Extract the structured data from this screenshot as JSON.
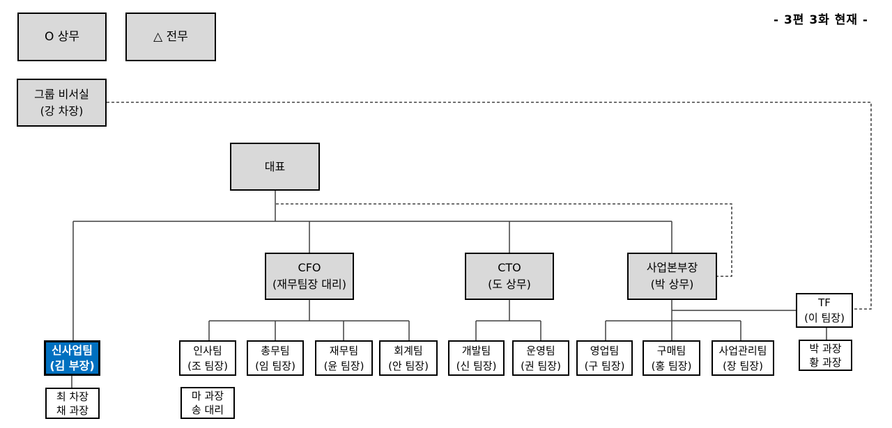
{
  "header": {
    "caption": "- 3편 3화 현재 -"
  },
  "legend": {
    "items": [
      {
        "label": "O 상무"
      },
      {
        "label": "△ 전무"
      }
    ]
  },
  "colors": {
    "highlight_fill": "#0070C0",
    "highlight_text": "#ffffff",
    "leader_box_fill": "#D9D9D9",
    "box_border": "#000000",
    "line": "#3f3f3f"
  },
  "chart": {
    "type": "org-chart",
    "nodes": {
      "group_secretary": {
        "line1": "그룹 비서실",
        "line2": "(강 차장)"
      },
      "ceo": {
        "line1": "대표"
      },
      "cfo": {
        "line1": "CFO",
        "line2": "(재무팀장 대리)"
      },
      "cto": {
        "line1": "CTO",
        "line2": "(도 상무)"
      },
      "biz_head": {
        "line1": "사업본부장",
        "line2": "(박 상무)"
      },
      "new_biz": {
        "line1": "신사업팀",
        "line2": "(김 부장)"
      },
      "new_biz_members": {
        "line1": "최 차장",
        "line2": "채 과장"
      },
      "hr": {
        "line1": "인사팀",
        "line2": "(조 팀장)"
      },
      "hr_members": {
        "line1": "마 과장",
        "line2": "송 대리"
      },
      "general_affairs": {
        "line1": "총무팀",
        "line2": "(임 팀장)"
      },
      "finance": {
        "line1": "재무팀",
        "line2": "(윤 팀장)"
      },
      "accounting": {
        "line1": "회계팀",
        "line2": "(안 팀장)"
      },
      "dev": {
        "line1": "개발팀",
        "line2": "(신 팀장)"
      },
      "ops": {
        "line1": "운영팀",
        "line2": "(권 팀장)"
      },
      "sales": {
        "line1": "영업팀",
        "line2": "(구 팀장)"
      },
      "purchasing": {
        "line1": "구매팀",
        "line2": "(홍 팀장)"
      },
      "biz_mgmt": {
        "line1": "사업관리팀",
        "line2": "(장 팀장)"
      },
      "tf": {
        "line1": "TF",
        "line2": "(이 팀장)"
      },
      "tf_members": {
        "line1": "박 과장",
        "line2": "황 과장"
      }
    },
    "edges": [
      {
        "from": "ceo",
        "to": "new_biz",
        "style": "solid"
      },
      {
        "from": "ceo",
        "to": "cfo",
        "style": "solid"
      },
      {
        "from": "ceo",
        "to": "cto",
        "style": "solid"
      },
      {
        "from": "ceo",
        "to": "biz_head",
        "style": "solid"
      },
      {
        "from": "cfo",
        "to": "hr",
        "style": "solid"
      },
      {
        "from": "cfo",
        "to": "general_affairs",
        "style": "solid"
      },
      {
        "from": "cfo",
        "to": "finance",
        "style": "solid"
      },
      {
        "from": "cfo",
        "to": "accounting",
        "style": "solid"
      },
      {
        "from": "cto",
        "to": "dev",
        "style": "solid"
      },
      {
        "from": "cto",
        "to": "ops",
        "style": "solid"
      },
      {
        "from": "biz_head",
        "to": "sales",
        "style": "solid"
      },
      {
        "from": "biz_head",
        "to": "purchasing",
        "style": "solid"
      },
      {
        "from": "biz_head",
        "to": "biz_mgmt",
        "style": "solid"
      },
      {
        "from": "biz_head",
        "to": "tf",
        "style": "solid"
      },
      {
        "from": "new_biz",
        "to": "new_biz_members",
        "style": "solid"
      },
      {
        "from": "tf",
        "to": "tf_members",
        "style": "solid"
      },
      {
        "from": "hr",
        "to": "hr_members",
        "style": "implied"
      },
      {
        "from": "group_secretary",
        "to": "tf",
        "style": "dashed"
      },
      {
        "from": "ceo",
        "to": "biz_head",
        "style": "dashed"
      }
    ]
  }
}
